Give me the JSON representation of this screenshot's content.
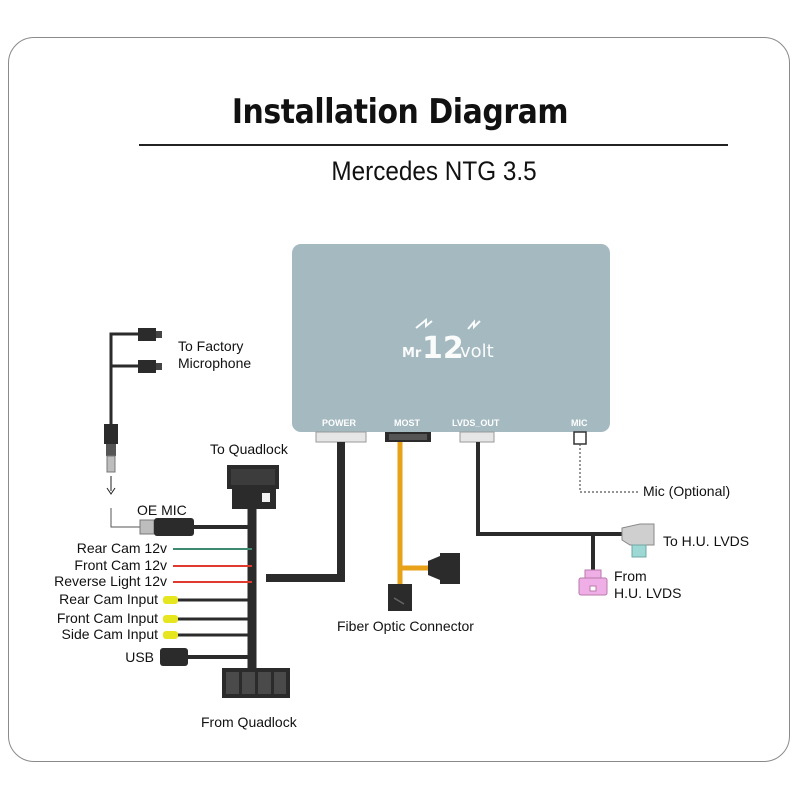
{
  "header": {
    "title": "Installation Diagram",
    "subtitle": "Mercedes NTG 3.5"
  },
  "module": {
    "logo_mr": "Mr",
    "logo_12": "12",
    "logo_volt": "volt",
    "ports": [
      "POWER",
      "MOST",
      "LVDS_OUT",
      "MIC"
    ]
  },
  "labels": {
    "to_factory_mic_line1": "To Factory",
    "to_factory_mic_line2": "Microphone",
    "to_quadlock": "To Quadlock",
    "oe_mic": "OE MIC",
    "mic_optional": "Mic (Optional)",
    "to_hu_lvds": "To H.U. LVDS",
    "from_hu_lvds_line1": "From",
    "from_hu_lvds_line2": "H.U. LVDS",
    "fiber_optic": "Fiber Optic Connector",
    "from_quadlock": "From Quadlock"
  },
  "harness_wires": [
    {
      "label": "Rear Cam 12v",
      "color": "#3d8a6e"
    },
    {
      "label": "Front Cam 12v",
      "color": "#e03a2e"
    },
    {
      "label": "Reverse Light 12v",
      "color": "#e03a2e"
    },
    {
      "label": "Rear Cam Input",
      "color": "#e6e61e"
    },
    {
      "label": "Front Cam Input",
      "color": "#e6e61e"
    },
    {
      "label": "Side Cam Input",
      "color": "#e6e61e"
    },
    {
      "label": "USB",
      "color": "#222222"
    }
  ],
  "colors": {
    "module": "#a4b9c0",
    "cable": "#2b2b2b",
    "fiber": "#e8a21a",
    "lvds_plug": "#9ed8d4",
    "lvds_pink": "#f0aee6"
  }
}
